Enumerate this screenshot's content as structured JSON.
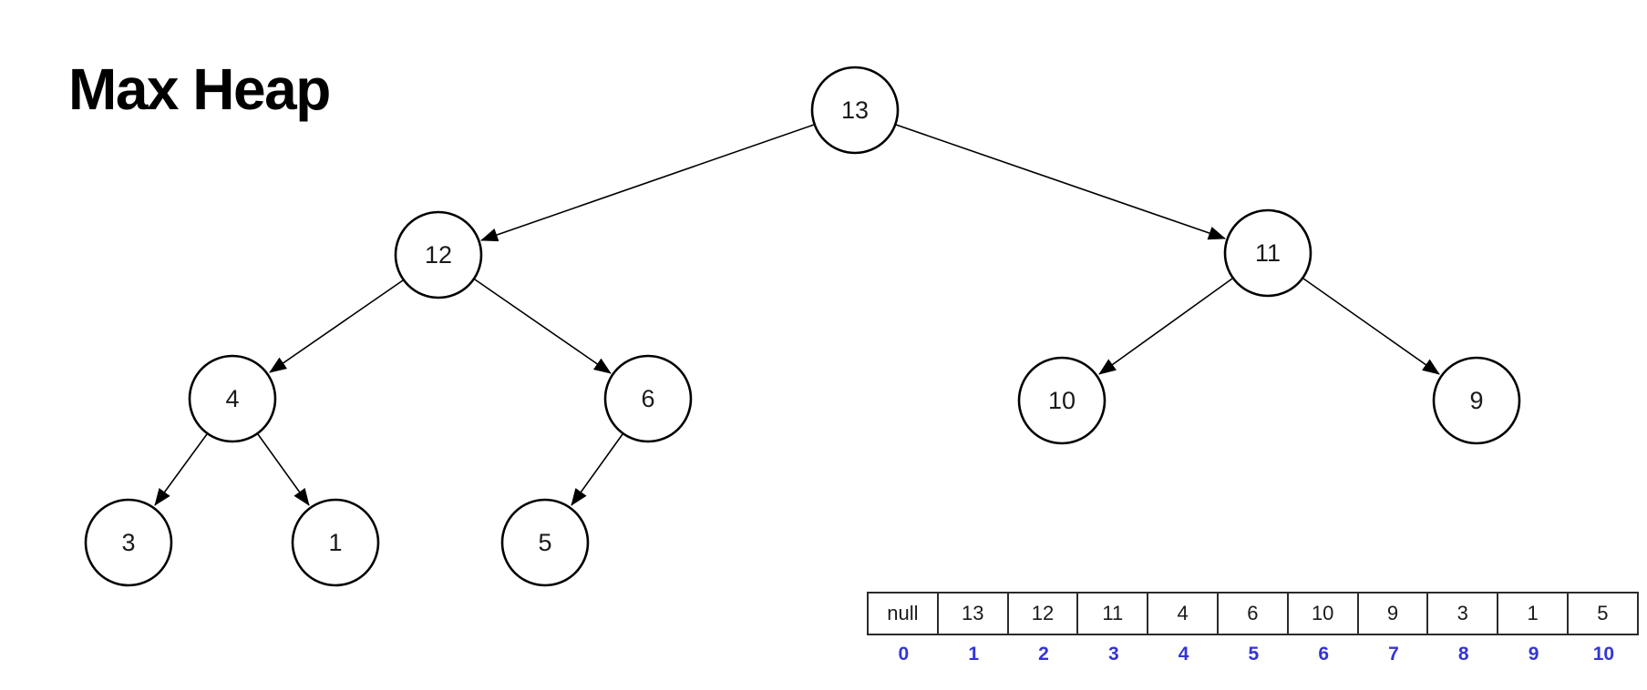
{
  "title": "Max Heap",
  "diagram": {
    "type": "binary-tree",
    "nodes": [
      {
        "value": "13"
      },
      {
        "value": "12"
      },
      {
        "value": "11"
      },
      {
        "value": "4"
      },
      {
        "value": "6"
      },
      {
        "value": "10"
      },
      {
        "value": "9"
      },
      {
        "value": "3"
      },
      {
        "value": "1"
      },
      {
        "value": "5"
      }
    ],
    "edges": [
      {
        "from": "13",
        "to": "12"
      },
      {
        "from": "13",
        "to": "11"
      },
      {
        "from": "12",
        "to": "4"
      },
      {
        "from": "12",
        "to": "6"
      },
      {
        "from": "11",
        "to": "10"
      },
      {
        "from": "11",
        "to": "9"
      },
      {
        "from": "4",
        "to": "3"
      },
      {
        "from": "4",
        "to": "1"
      },
      {
        "from": "6",
        "to": "5"
      }
    ]
  },
  "array": {
    "cells": [
      "null",
      "13",
      "12",
      "11",
      "4",
      "6",
      "10",
      "9",
      "3",
      "1",
      "5"
    ],
    "indices": [
      "0",
      "1",
      "2",
      "3",
      "4",
      "5",
      "6",
      "7",
      "8",
      "9",
      "10"
    ]
  },
  "colors": {
    "index_blue": "#3434d4",
    "diagram_stroke": "#000000"
  }
}
